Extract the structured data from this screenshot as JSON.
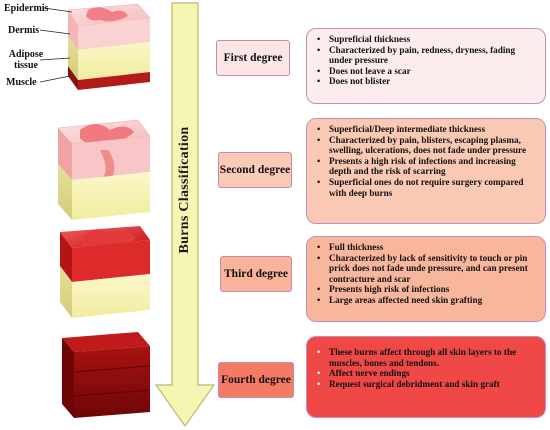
{
  "title": "Burns Classification",
  "layers": [
    "Epidermis",
    "Dermis",
    "Adipose tissue",
    "Muscle"
  ],
  "degrees": [
    {
      "label": "First degree",
      "bullets": [
        "Supreficial thickness",
        "Characterized by pain, redness, dryness, fading under pressure",
        "Does not leave a scar",
        "Does not blister"
      ]
    },
    {
      "label": "Second degree",
      "bullets": [
        "Superficial/Deep intermediate thickness",
        "Characterized by pain,  blisters, escaping plasma, swelling, ulcerations, does not fade under pressure",
        "Presents a high risk of infections and increasing depth and the risk of scarring",
        "Superficial ones do not require surgery compared with deep burns"
      ]
    },
    {
      "label": "Third degree",
      "bullets": [
        "Full thickness",
        "Characterized by lack of sensitivity to touch or pin prick does not fade unde pressure, and can present contracture and scar",
        "Presents high risk of infections",
        "Large areas affected need skin grafting"
      ]
    },
    {
      "label": "Fourth degree",
      "bullets": [
        "These burns affect through all skin layers to the muscles, bones and tendons.",
        "Affect nerve endings",
        "Request surgical debridment and skin graft"
      ]
    }
  ],
  "colors": {
    "arrow_fill": "#f6f6b4",
    "arrow_stroke": "#b8b870",
    "degree_label_bg": [
      "#fbe6e6",
      "#f9cbb6",
      "#f9b39a",
      "#f57a63"
    ],
    "desc_bg": [
      "#fcecec",
      "#f9c9b4",
      "#f8b69c",
      "#f04747"
    ]
  }
}
